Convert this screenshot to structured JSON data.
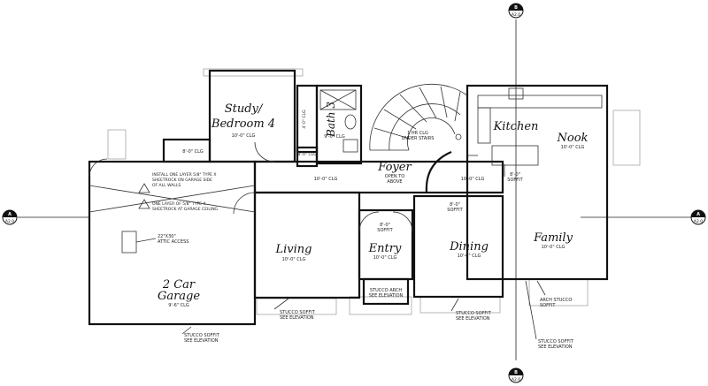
{
  "rooms": {
    "study": {
      "line1": "Study/",
      "line2": "Bedroom 4",
      "clg": "10'-0\" CLG"
    },
    "bath": {
      "name": "Bath 3",
      "clg": "9'-0\" CLG"
    },
    "kitchen": {
      "name": "Kitchen"
    },
    "nook": {
      "name": "Nook",
      "clg": "10'-0\" CLG"
    },
    "foyer": {
      "name": "Foyer",
      "note1": "OPEN TO",
      "note2": "ABOVE"
    },
    "living": {
      "name": "Living",
      "clg": "10'-0\" CLG"
    },
    "entry": {
      "name": "Entry",
      "clg": "10'-0\" CLG"
    },
    "dining": {
      "name": "Dining",
      "clg": "10'-0\" CLG"
    },
    "family": {
      "name": "Family",
      "clg": "10'-0\" CLG"
    },
    "garage": {
      "line1": "2 Car",
      "line2": "Garage",
      "clg": "9'-6\" CLG"
    }
  },
  "notes": {
    "clg_closet_a": "4'-0\" CLG",
    "clg_closet_b": "8'-0\" CLG",
    "clg_small": "8'-0\" CLG",
    "clg_hall": "10'-0\" CLG",
    "clg_hall_right": "10'-0\" CLG",
    "stairs1": "1 HR CLG",
    "stairs2": "UNDER STAIRS",
    "soffit_right1": "8'-0\"",
    "soffit_right2": "SOFFIT",
    "soffit_entry1": "8'-0\"",
    "soffit_entry2": "SOFFIT",
    "soffit_dining1": "8'-0\"",
    "soffit_dining2": "SOFFIT",
    "garage_note1_l1": "INSTALL ONE LAYER 5/8\" TYPE X",
    "garage_note1_l2": "SHEETROCK ON GARAGE SIDE",
    "garage_note1_l3": "OF ALL WALLS",
    "garage_note2_l1": "ONE LAYER OF 5/8\" TYPE X",
    "garage_note2_l2": "SHEETROCK AT GARAGE CEILING",
    "attic1": "22\"X30\"",
    "attic2": "ATTIC ACCESS",
    "soffit_left1": "STUCCO SOFFIT",
    "soffit_left2": "SEE ELEVATION",
    "arch1": "STUCCO ARCH",
    "arch2": "SEE ELEVATION",
    "soffit_mid1": "STUCCO SOFFIT",
    "soffit_mid2": "SEE ELEVATION",
    "arch_stucco1": "ARCH STUCCO",
    "arch_stucco2": "SOFFIT",
    "soffit_right_bottom1": "STUCCO SOFFIT",
    "soffit_right_bottom2": "SEE ELEVATION",
    "soffit_garage1": "STUCCO SOFFIT",
    "soffit_garage2": "SEE ELEVATION"
  },
  "markers": {
    "top": {
      "letter": "B",
      "sheet": "A2.0"
    },
    "bottom": {
      "letter": "B",
      "sheet": "A2.0"
    },
    "left": {
      "letter": "A",
      "sheet": "A2.0"
    },
    "right": {
      "letter": "A",
      "sheet": "A2.0"
    }
  }
}
